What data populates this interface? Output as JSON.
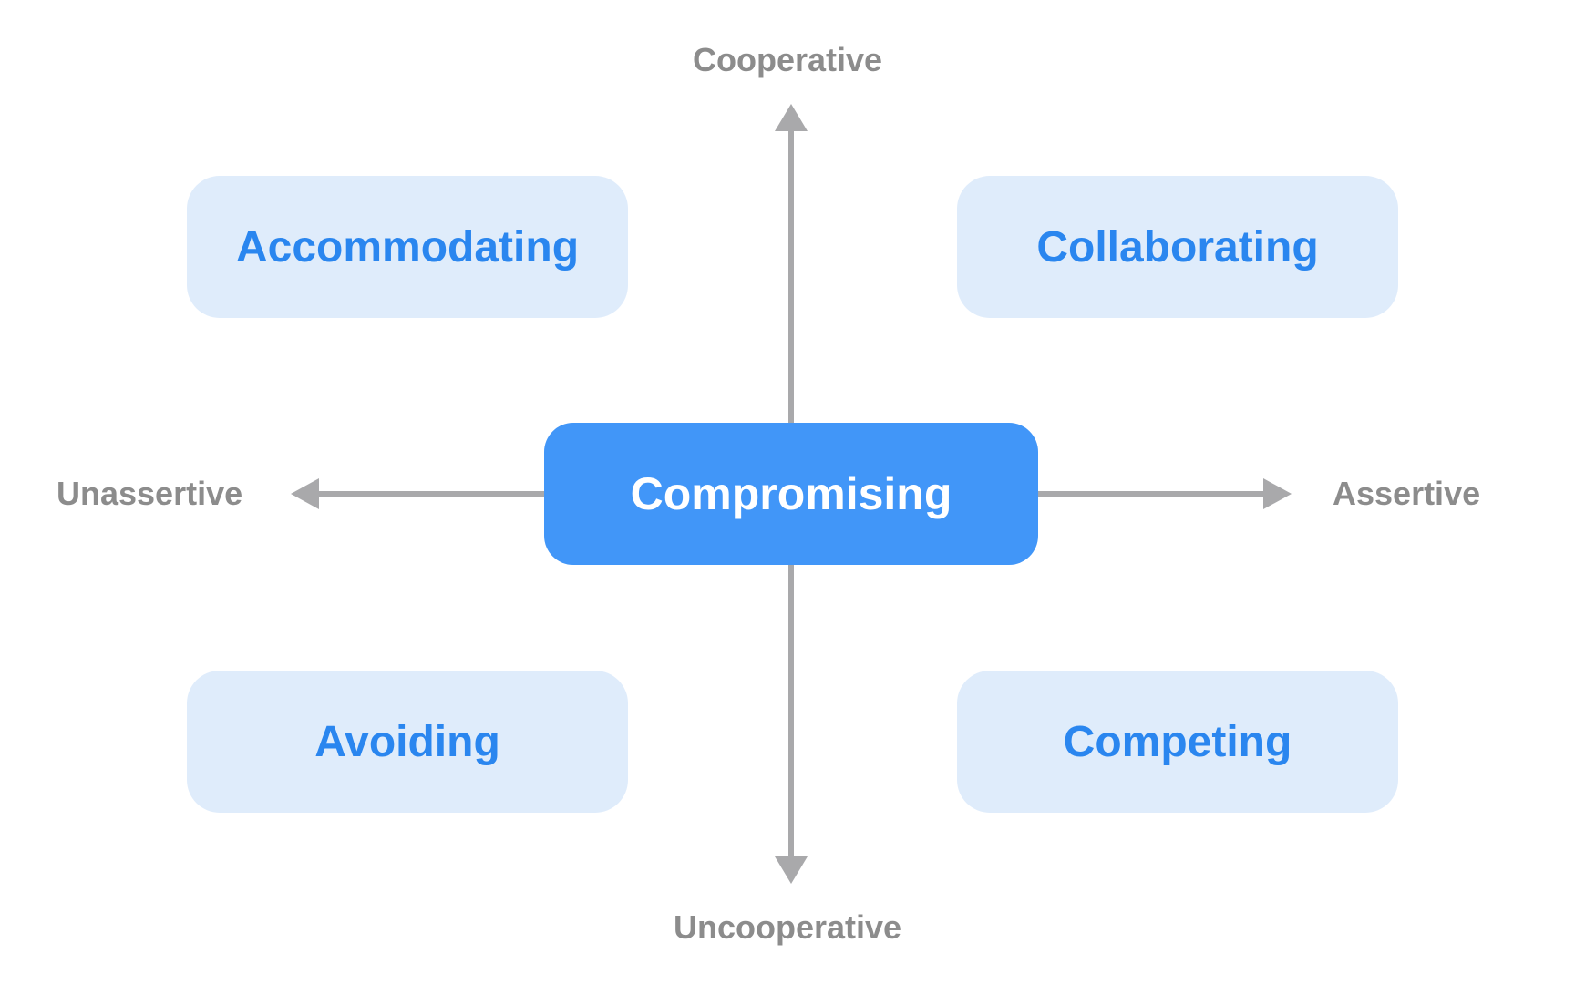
{
  "axes": {
    "top": "Cooperative",
    "bottom": "Uncooperative",
    "left": "Unassertive",
    "right": "Assertive"
  },
  "quadrants": {
    "top_left": "Accommodating",
    "top_right": "Collaborating",
    "bottom_left": "Avoiding",
    "bottom_right": "Competing"
  },
  "center": "Compromising",
  "colors": {
    "quadrant_fill": "#dfecfb",
    "quadrant_text": "#2a86ef",
    "center_fill": "#4196f8",
    "center_text": "#ffffff",
    "axis": "#a9a9ab",
    "axis_label": "#8c8c8c"
  }
}
